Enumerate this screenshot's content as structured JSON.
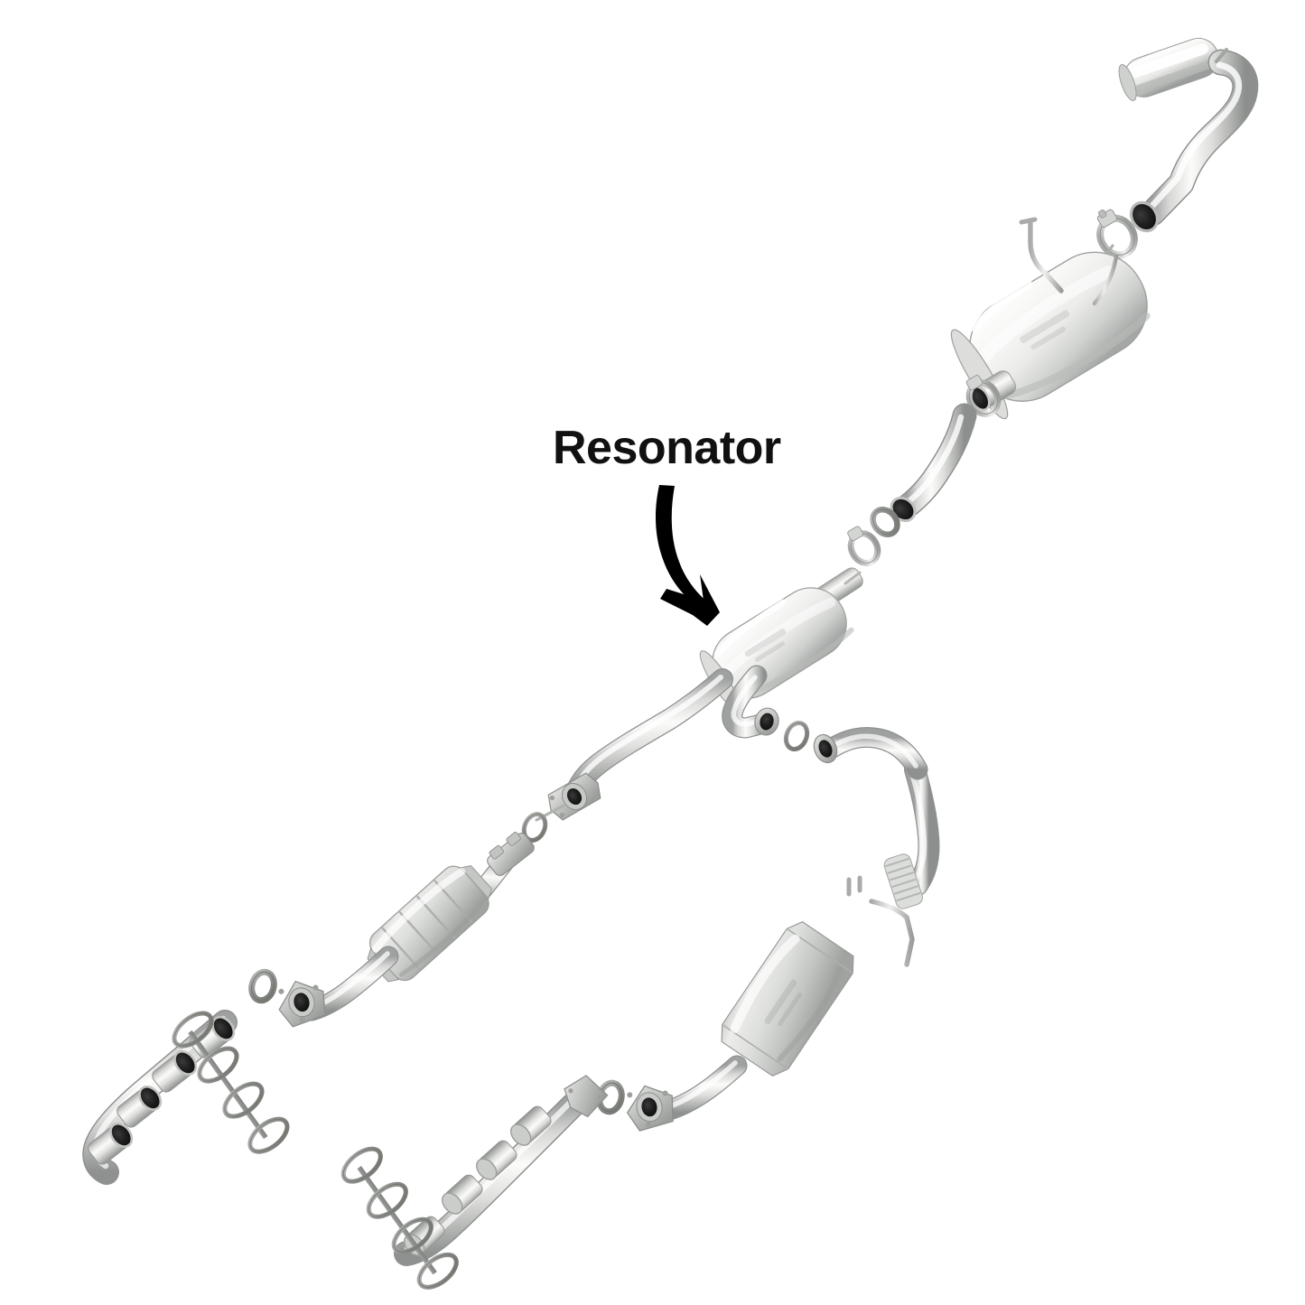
{
  "image": {
    "kind": "exploded-parts-diagram",
    "subject": "vehicle dual exhaust system",
    "background_color": "#ffffff"
  },
  "callout": {
    "label": "Resonator",
    "text_color": "#111111",
    "arrow_color": "#000000",
    "arrow_style": "hand-drawn curved arrow",
    "arrow_direction": "down-right",
    "points_to": "resonator-body"
  },
  "palette": {
    "steel_light": "#f2f2f0",
    "steel_mid": "#d2d3d1",
    "steel_dark": "#a8aaa8",
    "steel_shadow": "#7e8180",
    "polished_highlight": "#ffffff",
    "opening_black": "#1a1a1a",
    "gasket_gray": "#9b9d9a",
    "outline": "#8c8f8d"
  },
  "parts": [
    {
      "id": "tailpipe-tip",
      "name": "Tailpipe Tip",
      "type": "polished-tip",
      "position": "top-right"
    },
    {
      "id": "tailpipe",
      "name": "Tailpipe",
      "type": "bent-pipe",
      "position": "top-right"
    },
    {
      "id": "muffler-clamp-rear",
      "name": "Rear Muffler Band Clamp",
      "type": "band-clamp",
      "position": "upper-right"
    },
    {
      "id": "muffler-body",
      "name": "Muffler",
      "type": "oval-canister",
      "position": "upper-right"
    },
    {
      "id": "muffler-hanger-rod",
      "name": "Muffler Hanger Rod",
      "type": "hanger-rod",
      "position": "upper-right"
    },
    {
      "id": "muffler-clamp-front",
      "name": "Front Muffler Band Clamp",
      "type": "band-clamp",
      "position": "center-right"
    },
    {
      "id": "connector-pipe",
      "name": "Connector Pipe",
      "type": "straight-pipe",
      "position": "center-right"
    },
    {
      "id": "sleeve-ring",
      "name": "Pipe Sleeve Ring",
      "type": "ring",
      "position": "center-right"
    },
    {
      "id": "resonator-clamp",
      "name": "Resonator Band Clamp",
      "type": "band-clamp",
      "position": "center"
    },
    {
      "id": "resonator-body",
      "name": "Resonator",
      "type": "oval-canister",
      "position": "center"
    },
    {
      "id": "resonator-inlet-left",
      "name": "Resonator Left Inlet Pipe",
      "type": "bent-pipe",
      "position": "center-left"
    },
    {
      "id": "resonator-inlet-right",
      "name": "Resonator Right Inlet Pipe",
      "type": "bent-pipe",
      "position": "center-right"
    },
    {
      "id": "left-intermediate-pipe",
      "name": "Left Intermediate Pipe",
      "type": "bent-pipe",
      "position": "center-left"
    },
    {
      "id": "left-flange-gasket",
      "name": "Left Flange Gasket",
      "type": "ring-gasket",
      "position": "center-left"
    },
    {
      "id": "right-flange-gasket",
      "name": "Right Flange Gasket",
      "type": "ring-gasket",
      "position": "center"
    },
    {
      "id": "left-catalytic-converter",
      "name": "Left Catalytic Converter",
      "type": "ribbed-converter",
      "position": "lower-left"
    },
    {
      "id": "right-catalytic-converter",
      "name": "Right Catalytic Converter",
      "type": "faceted-converter",
      "position": "lower-right"
    },
    {
      "id": "right-flex-pipe",
      "name": "Right Flex Pipe",
      "type": "flex-joint",
      "position": "lower-right"
    },
    {
      "id": "right-hanger-bracket",
      "name": "Right Hanger Bracket",
      "type": "hanger-rod",
      "position": "lower-right"
    },
    {
      "id": "left-donut-gasket",
      "name": "Left Donut Gasket",
      "type": "donut-gasket",
      "position": "bottom-left"
    },
    {
      "id": "right-donut-gasket",
      "name": "Right Donut Gasket",
      "type": "donut-gasket",
      "position": "bottom-center"
    },
    {
      "id": "left-exhaust-manifold",
      "name": "Left Exhaust Manifold",
      "type": "4-port-manifold",
      "position": "bottom-left",
      "ports": 4
    },
    {
      "id": "left-manifold-gasket",
      "name": "Left Manifold Gasket",
      "type": "4-port-gasket",
      "position": "bottom-left",
      "ports": 4
    },
    {
      "id": "right-exhaust-manifold",
      "name": "Right Exhaust Manifold",
      "type": "4-port-manifold",
      "position": "bottom-center",
      "ports": 4
    },
    {
      "id": "right-manifold-gasket",
      "name": "Right Manifold Gasket",
      "type": "4-port-gasket",
      "position": "bottom-center",
      "ports": 4
    }
  ]
}
